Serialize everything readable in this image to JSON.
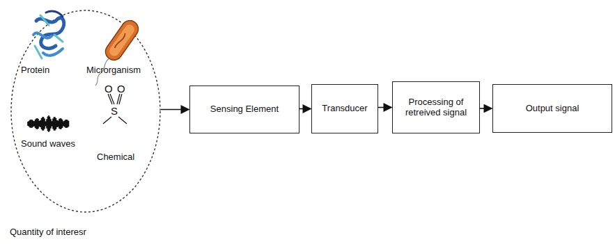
{
  "diagram": {
    "nodes": [
      {
        "text": [
          "Protein",
          "Microrganism",
          "Sound waves",
          "Chemical",
          "Quantity of interesr"
        ]
      },
      {
        "text": [
          "Sensing Element"
        ]
      },
      {
        "text": [
          "Transducer"
        ]
      },
      {
        "text": [
          "Processing of retreived signal"
        ]
      },
      {
        "text": [
          "Output signal"
        ]
      }
    ],
    "edges": [
      {
        "from": 0,
        "to": 1,
        "arrow": "to"
      },
      {
        "from": 1,
        "to": 2,
        "arrow": "to"
      },
      {
        "from": 2,
        "to": 3,
        "arrow": "to"
      },
      {
        "from": 3,
        "to": 4,
        "arrow": "to"
      }
    ],
    "labels": [
      "O",
      "O",
      "S"
    ]
  }
}
